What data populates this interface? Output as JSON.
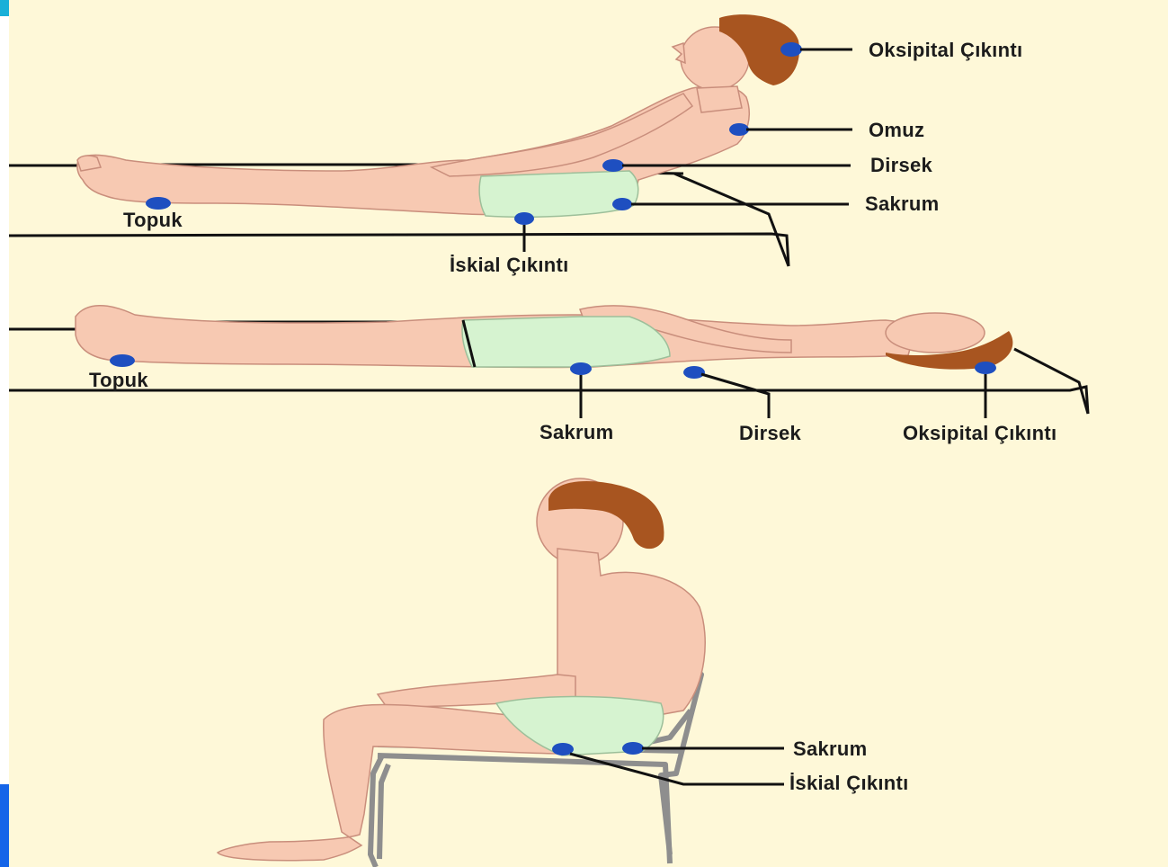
{
  "colors": {
    "background": "#FEF8D8",
    "skin": "#F7C9B2",
    "skin_outline": "#C98E7C",
    "hair": "#A85520",
    "shorts": "#D6F3D0",
    "pressure_point": "#1E4FC0",
    "leader_line": "#111111",
    "left_accent": "#1565E8",
    "corner_accent": "#19B0D8"
  },
  "panels": {
    "semi_fowler": {
      "labels": {
        "occipital": "Oksipital Çıkıntı",
        "shoulder": "Omuz",
        "elbow": "Dirsek",
        "sacrum": "Sakrum",
        "heel": "Topuk",
        "ischial": "İskial Çıkıntı"
      }
    },
    "supine": {
      "labels": {
        "heel": "Topuk",
        "sacrum": "Sakrum",
        "elbow": "Dirsek",
        "occipital": "Oksipital Çıkıntı"
      }
    },
    "sitting": {
      "labels": {
        "sacrum": "Sakrum",
        "ischial": "İskial Çıkıntı"
      }
    }
  }
}
